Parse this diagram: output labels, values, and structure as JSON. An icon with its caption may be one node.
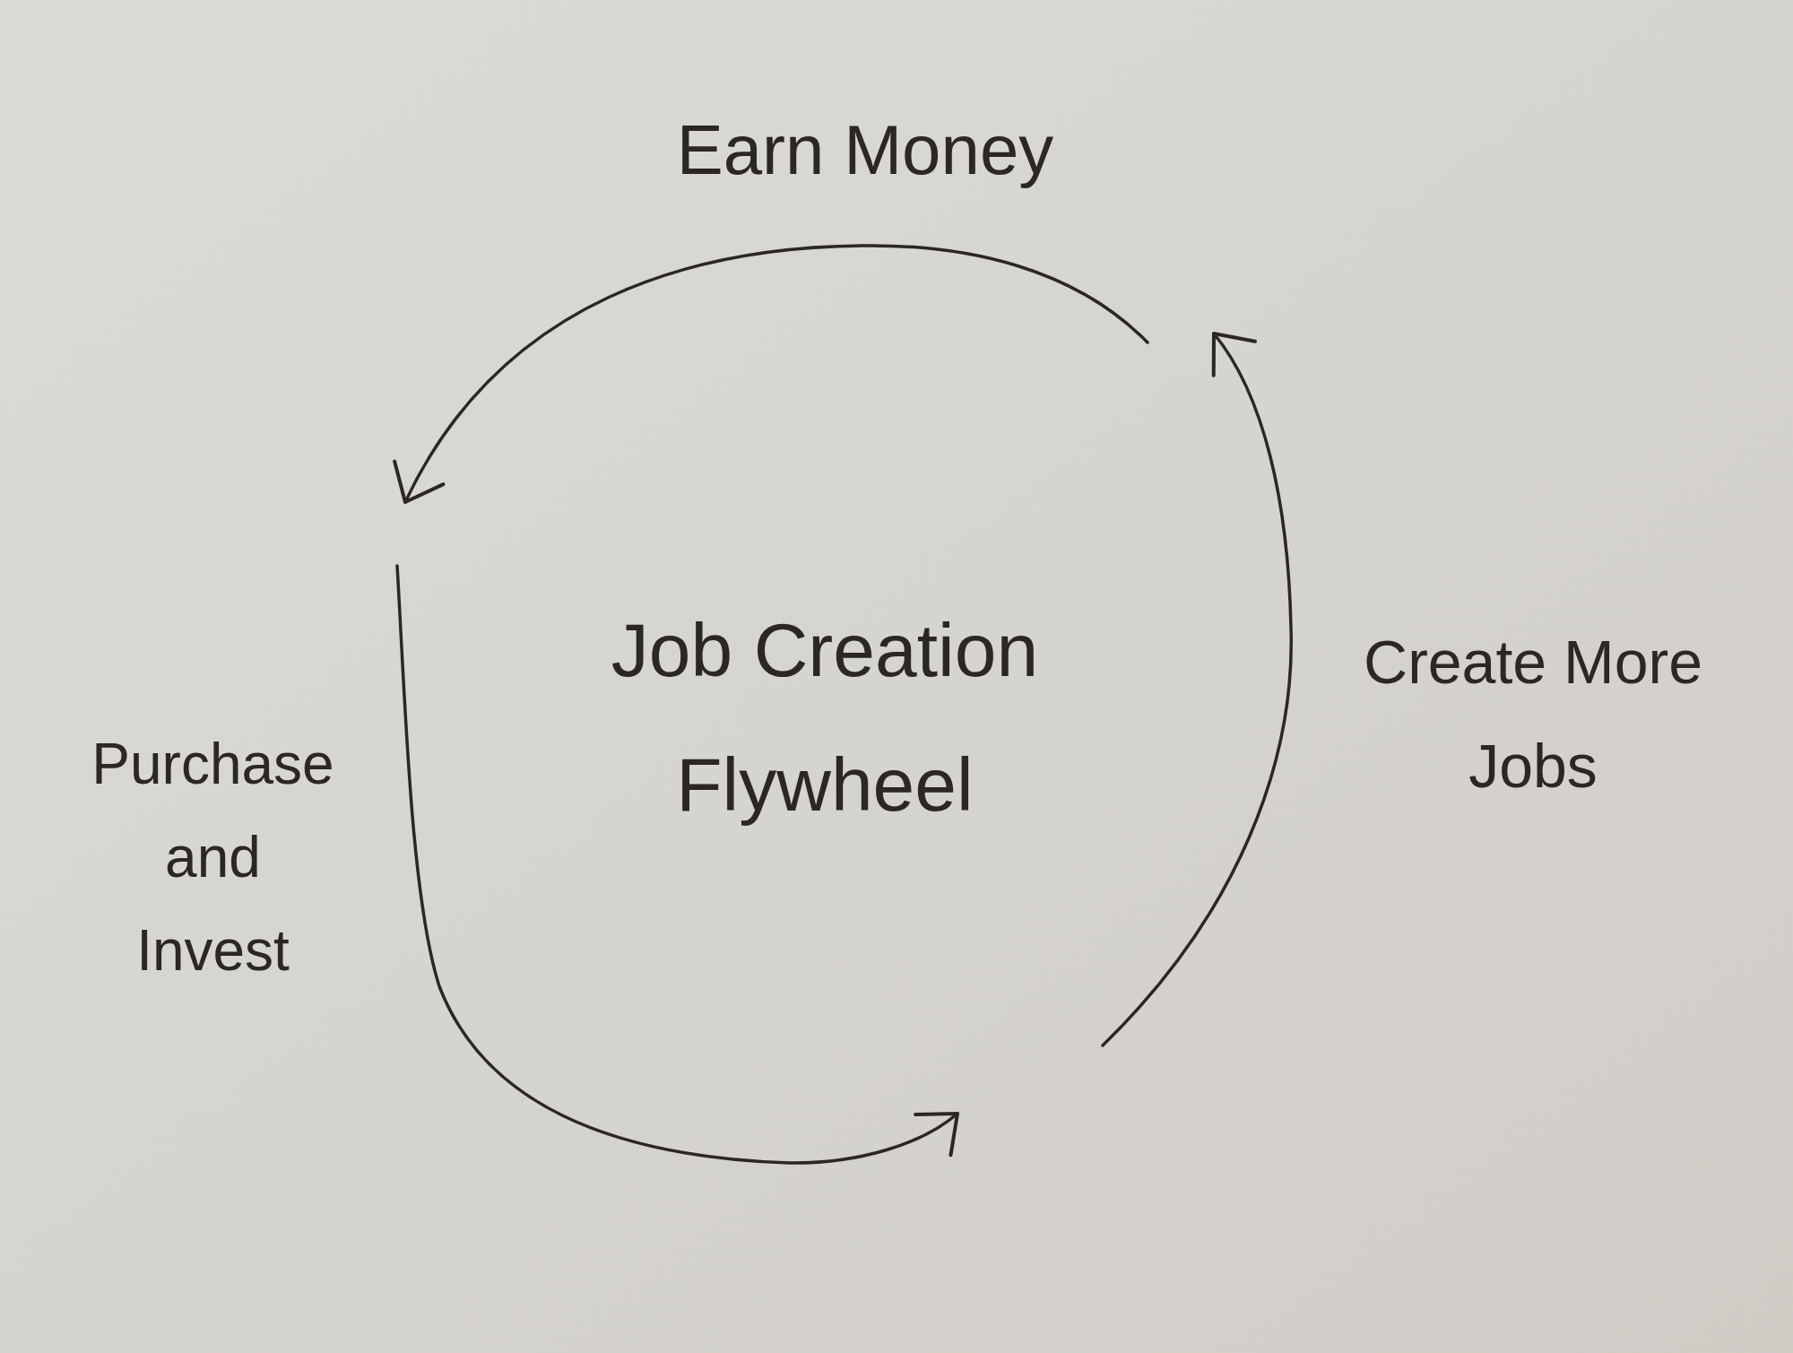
{
  "diagram": {
    "title": "Job Creation Flywheel",
    "labels": [
      "Earn Money",
      "Create More Jobs",
      "Purchase and Invest"
    ]
  }
}
